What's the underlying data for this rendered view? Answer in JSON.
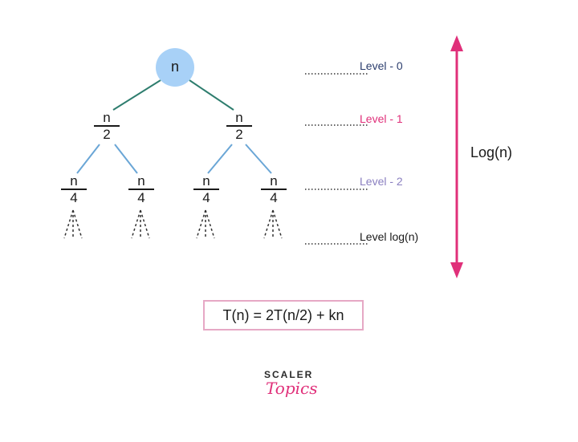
{
  "tree": {
    "root": {
      "label": "n"
    },
    "level1": [
      {
        "num": "n",
        "den": "2"
      },
      {
        "num": "n",
        "den": "2"
      }
    ],
    "level2": [
      {
        "num": "n",
        "den": "4"
      },
      {
        "num": "n",
        "den": "4"
      },
      {
        "num": "n",
        "den": "4"
      },
      {
        "num": "n",
        "den": "4"
      }
    ]
  },
  "levels": [
    {
      "label": "Level - 0",
      "color": "#2c3e6e"
    },
    {
      "label": "Level - 1",
      "color": "#e0307a"
    },
    {
      "label": "Level - 2",
      "color": "#8a7fc0"
    },
    {
      "label": "Level log(n)",
      "color": "#1a1a1a"
    }
  ],
  "height_label": "Log(n)",
  "formula": "T(n) = 2T(n/2) + kn",
  "brand": {
    "top": "SCALER",
    "bottom": "Topics"
  },
  "colors": {
    "root_fill": "#a8d1f7",
    "edge_level1": "#2e7d6e",
    "edge_level2": "#6aa6d6",
    "arrow": "#e0307a",
    "formula_border": "#e6a8c5"
  }
}
